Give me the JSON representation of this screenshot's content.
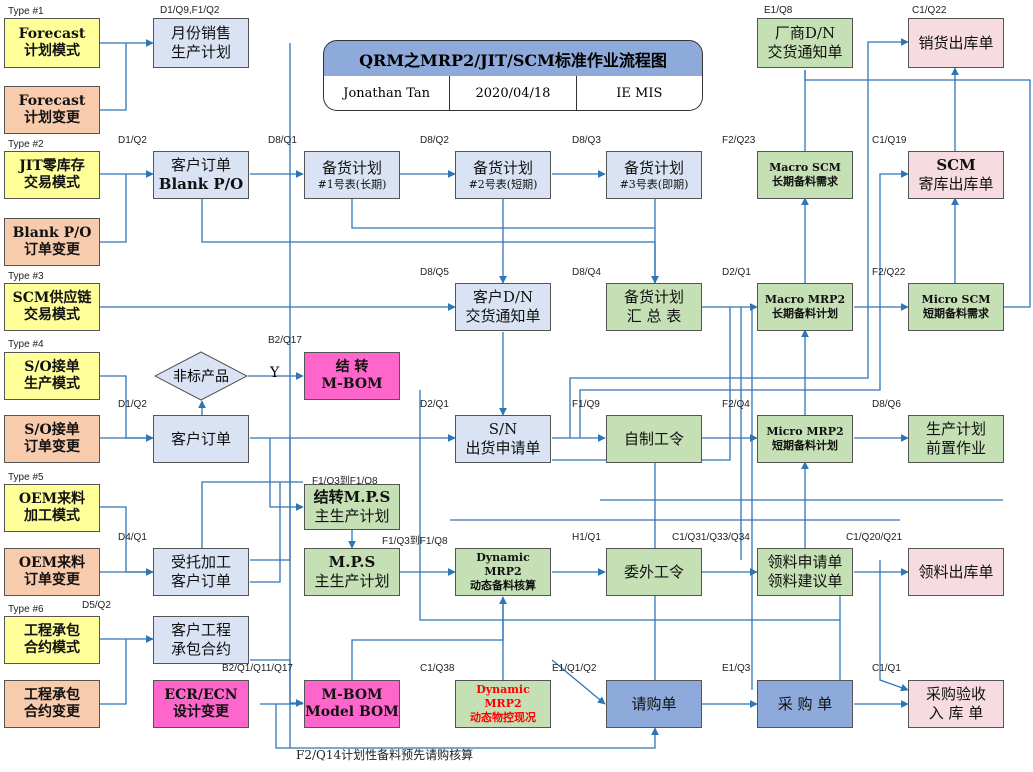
{
  "title": {
    "main": "QRM之MRP2/JIT/SCM标准作业流程图",
    "author": "Jonathan Tan",
    "date": "2020/04/18",
    "dept": "IE MIS"
  },
  "type_labels": [
    "Type #1",
    "Type #2",
    "Type #3",
    "Type #4",
    "Type #5",
    "Type #6"
  ],
  "left_boxes": [
    {
      "l1": "Forecast",
      "l2": "计划模式"
    },
    {
      "l1": "Forecast",
      "l2": "计划变更"
    },
    {
      "l1": "JIT零库存",
      "l2": "交易模式"
    },
    {
      "l1": "Blank P/O",
      "l2": "订单变更"
    },
    {
      "l1": "SCM供应链",
      "l2": "交易模式"
    },
    {
      "l1": "S/O接单",
      "l2": "生产模式"
    },
    {
      "l1": "S/O接单",
      "l2": "订单变更"
    },
    {
      "l1": "OEM来料",
      "l2": "加工模式"
    },
    {
      "l1": "OEM来料",
      "l2": "订单变更"
    },
    {
      "l1": "工程承包",
      "l2": "合约模式"
    },
    {
      "l1": "工程承包",
      "l2": "合约变更"
    }
  ],
  "nodes": {
    "monthly_plan": {
      "l1": "月份销售",
      "l2": "生产计划",
      "code": "D1/Q9,F1/Q2"
    },
    "cust_order_blank": {
      "l1": "客户订单",
      "l2": "Blank P/O",
      "code": "D1/Q2"
    },
    "stock_plan1": {
      "l1": "备货计划",
      "l2": "#1号表(长期)",
      "code": "D8/Q1"
    },
    "stock_plan2": {
      "l1": "备货计划",
      "l2": "#2号表(短期)",
      "code": "D8/Q2"
    },
    "stock_plan3": {
      "l1": "备货计划",
      "l2": "#3号表(即期)",
      "code": "D8/Q3"
    },
    "cust_dn": {
      "l1": "客户D/N",
      "l2": "交货通知单",
      "code": "D8/Q5"
    },
    "stock_summary": {
      "l1": "备货计划",
      "l2": "汇 总 表",
      "code": "D8/Q4"
    },
    "vendor_dn": {
      "l1": "厂商D/N",
      "l2": "交货通知单",
      "code": "E1/Q8"
    },
    "sales_out": {
      "l1": "销货出库单",
      "code": "C1/Q22"
    },
    "macro_scm": {
      "l1": "Macro SCM",
      "l2": "长期备料需求",
      "code": "F2/Q23"
    },
    "scm_consign": {
      "l1": "SCM",
      "l2": "寄库出库单",
      "code": "C1/Q19"
    },
    "macro_mrp2": {
      "l1": "Macro MRP2",
      "l2": "长期备料计划",
      "code": "D2/Q1"
    },
    "micro_scm": {
      "l1": "Micro SCM",
      "l2": "短期备料需求",
      "code": "F2/Q22"
    },
    "nonstd": {
      "l1": "非标产品",
      "y": "Y"
    },
    "convert_mbom": {
      "l1": "结 转",
      "l2": "M-BOM",
      "code": "B2/Q17"
    },
    "cust_order": {
      "l1": "客户订单",
      "code": "D1/Q2"
    },
    "sn_ship": {
      "l1": "S/N",
      "l2": "出货申请单",
      "code": "D2/Q1"
    },
    "self_make": {
      "l1": "自制工令",
      "code": "F1/Q9"
    },
    "micro_mrp2": {
      "l1": "Micro MRP2",
      "l2": "短期备料计划",
      "code": "F2/Q4"
    },
    "prod_plan": {
      "l1": "生产计划",
      "l2": "前置作业",
      "code": "D8/Q6"
    },
    "convert_mps": {
      "l1": "结转M.P.S",
      "l2": "主生产计划",
      "code": "F1/Q3到F1/Q8"
    },
    "consign_order": {
      "l1": "受托加工",
      "l2": "客户订单",
      "code": "D4/Q1"
    },
    "mps": {
      "l1": "M.P.S",
      "l2": "主生产计划"
    },
    "dyn_mrp2": {
      "l1": "Dynamic",
      "l2": "MRP2",
      "l3": "动态备料核算",
      "code": "F1/Q3到F1/Q8"
    },
    "outsource": {
      "l1": "委外工令",
      "code": "H1/Q1"
    },
    "req_apply": {
      "l1": "领料申请单",
      "l2": "领料建议单",
      "code": "C1/Q31/Q33/Q34"
    },
    "issue_out": {
      "l1": "领料出库单",
      "code": "C1/Q20/Q21"
    },
    "cust_project": {
      "l1": "客户工程",
      "l2": "承包合约",
      "code": "D5/Q2"
    },
    "ecr_ecn": {
      "l1": "ECR/ECN",
      "l2": "设计变更"
    },
    "mbom": {
      "l1": "M-BOM",
      "l2": "Model BOM",
      "code": "B2/Q1/Q11/Q17"
    },
    "dyn_mrp2_ctrl": {
      "l1": "Dynamic",
      "l2": "MRP2",
      "l3": "动态物控现况",
      "code": "C1/Q38"
    },
    "purchase_req": {
      "l1": "请购单",
      "code": "E1/Q1/Q2"
    },
    "purchase_order": {
      "l1": "采 购 单",
      "code": "E1/Q3"
    },
    "purchase_receive": {
      "l1": "采购验收",
      "l2": "入 库 单",
      "code": "C1/Q1"
    }
  },
  "bottom_note": "F2/Q14计划性备料预先请购核算",
  "colors": {
    "yellow": "#ffff99",
    "orange": "#f8cbad",
    "blue": "#dae3f3",
    "green": "#c5e0b4",
    "pink": "#f6dbe0",
    "magenta": "#ff66cc",
    "steel_blue": "#8eaadb",
    "wire": "#2e75b6"
  }
}
